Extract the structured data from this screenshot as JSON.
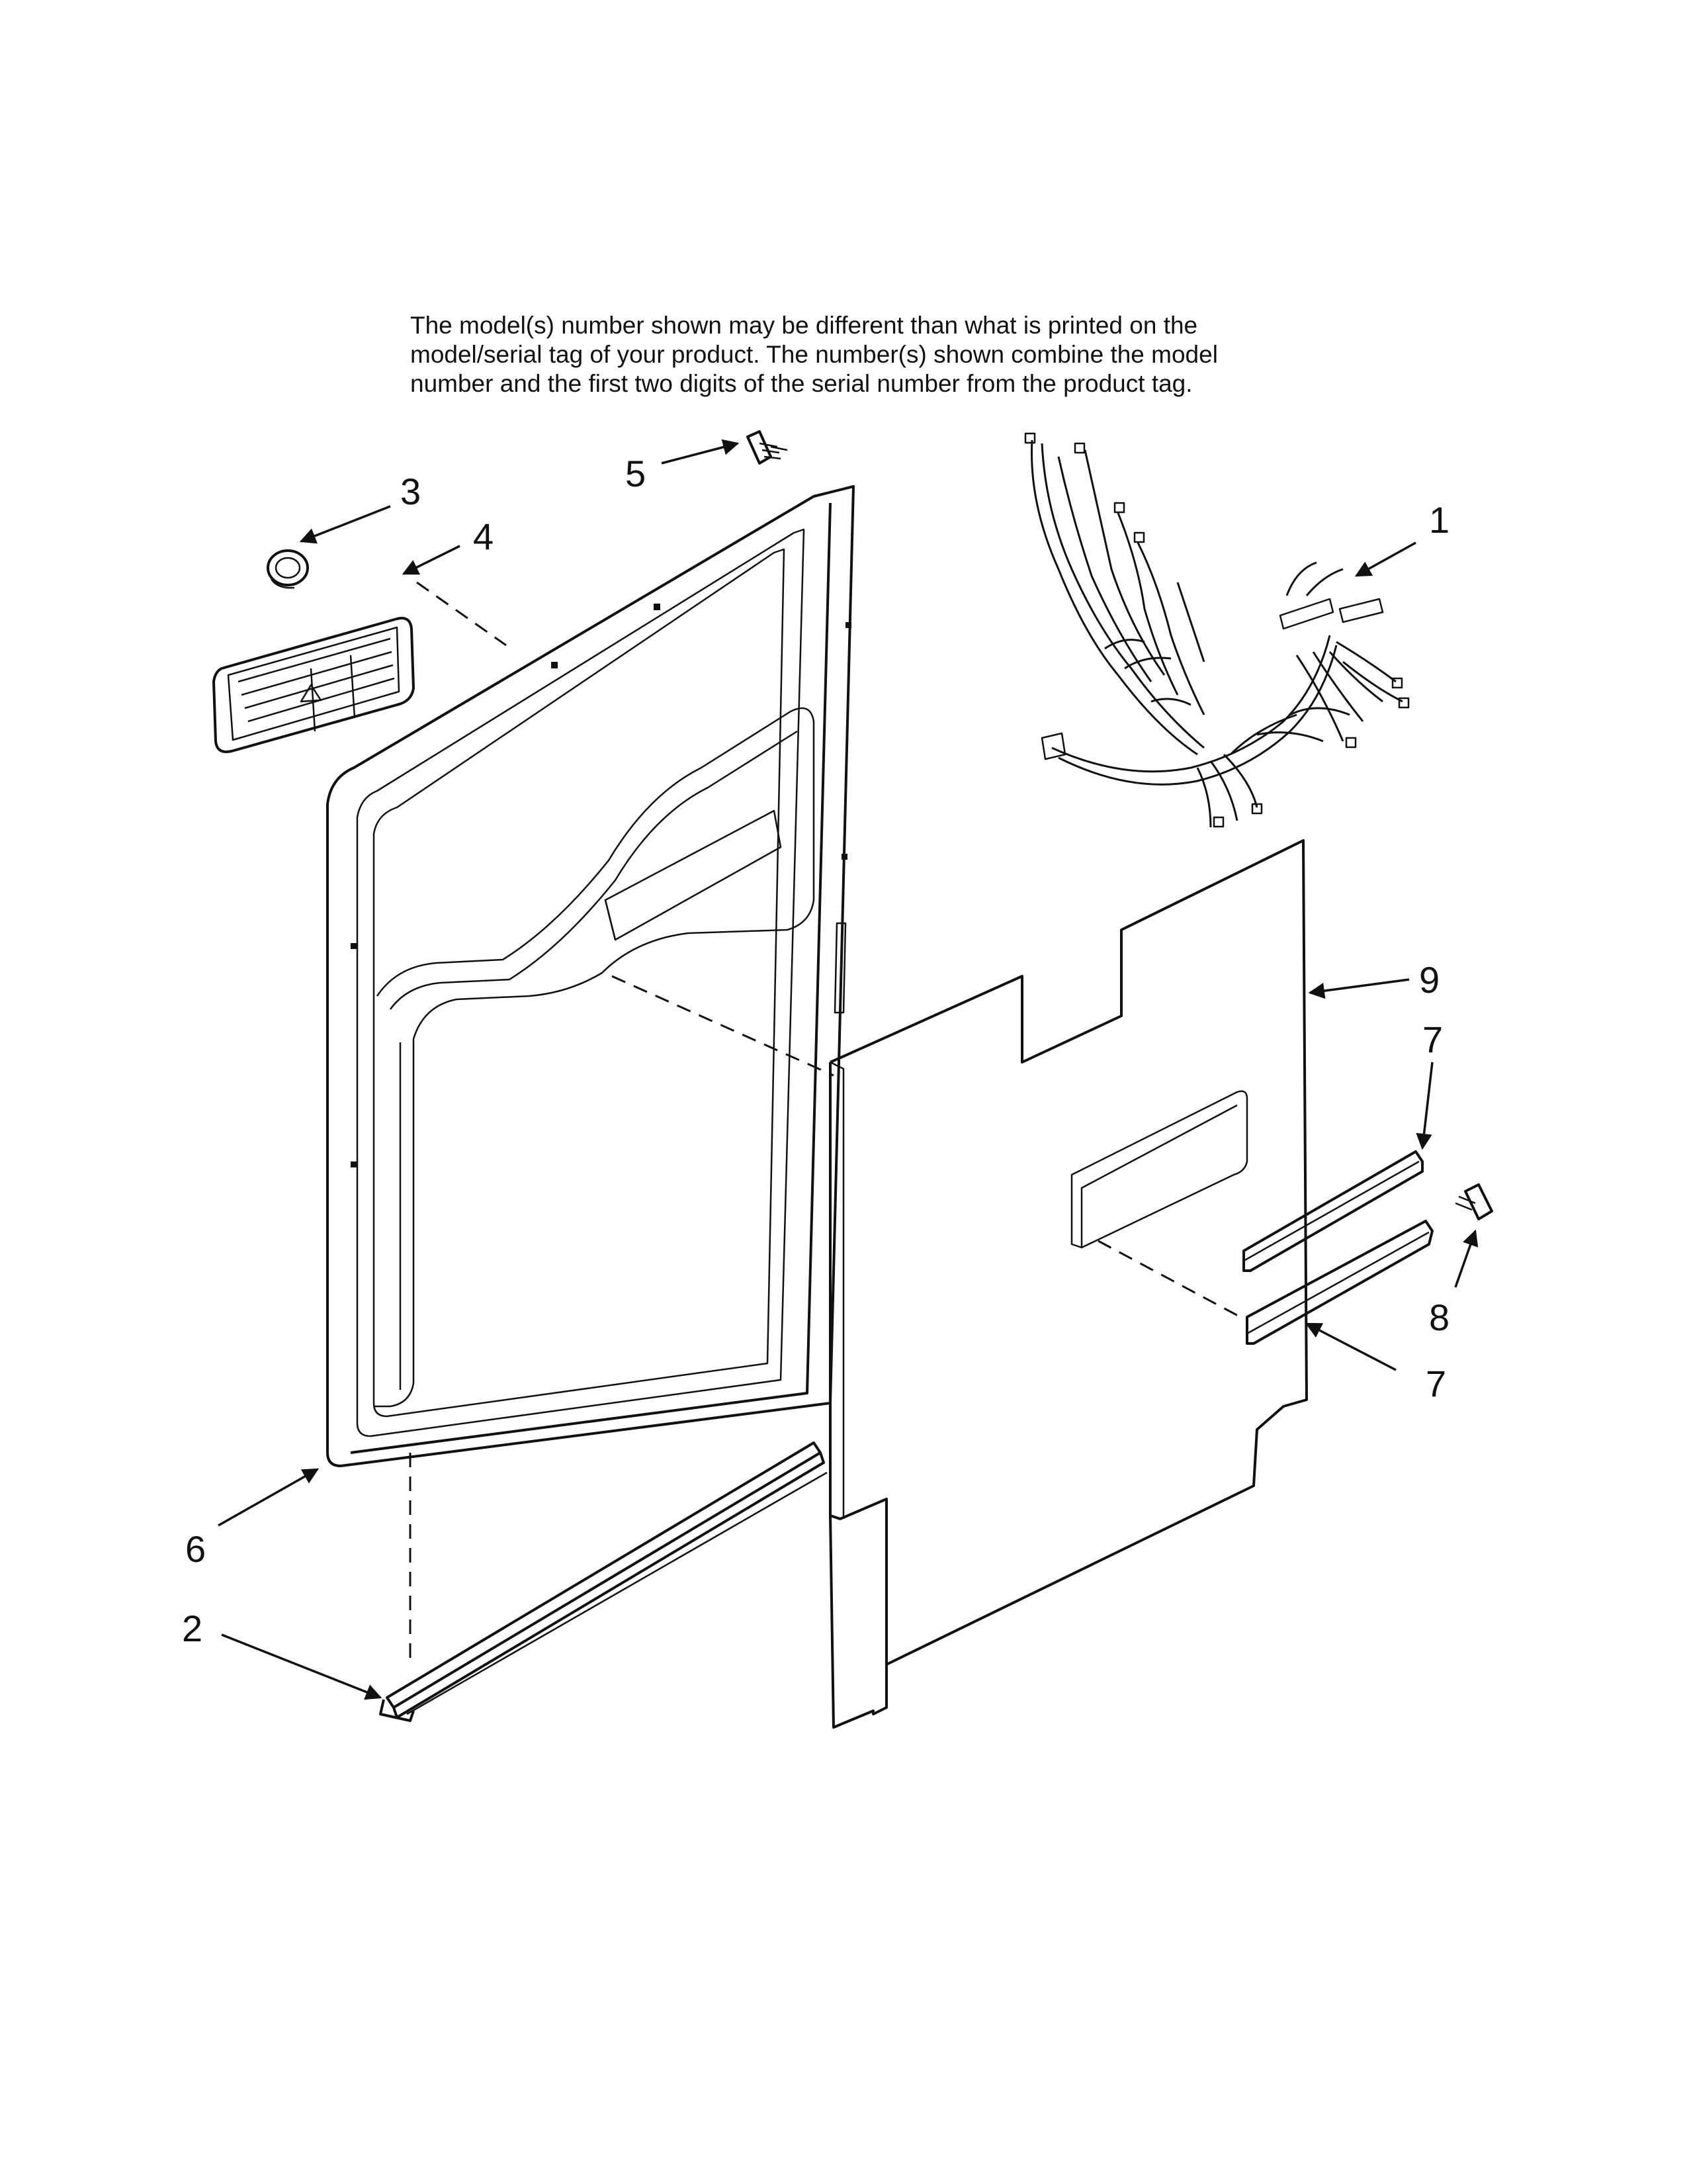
{
  "notice": {
    "lines": [
      "The model(s) number shown may be different than what is printed on the",
      "model/serial tag of your product. The number(s) shown combine the model",
      "number and the first two digits of the serial number from the product tag."
    ]
  },
  "callouts": {
    "c1": "1",
    "c2": "2",
    "c3": "3",
    "c4": "4",
    "c5": "5",
    "c6": "6",
    "c7a": "7",
    "c7b": "7",
    "c8": "8",
    "c9": "9"
  }
}
